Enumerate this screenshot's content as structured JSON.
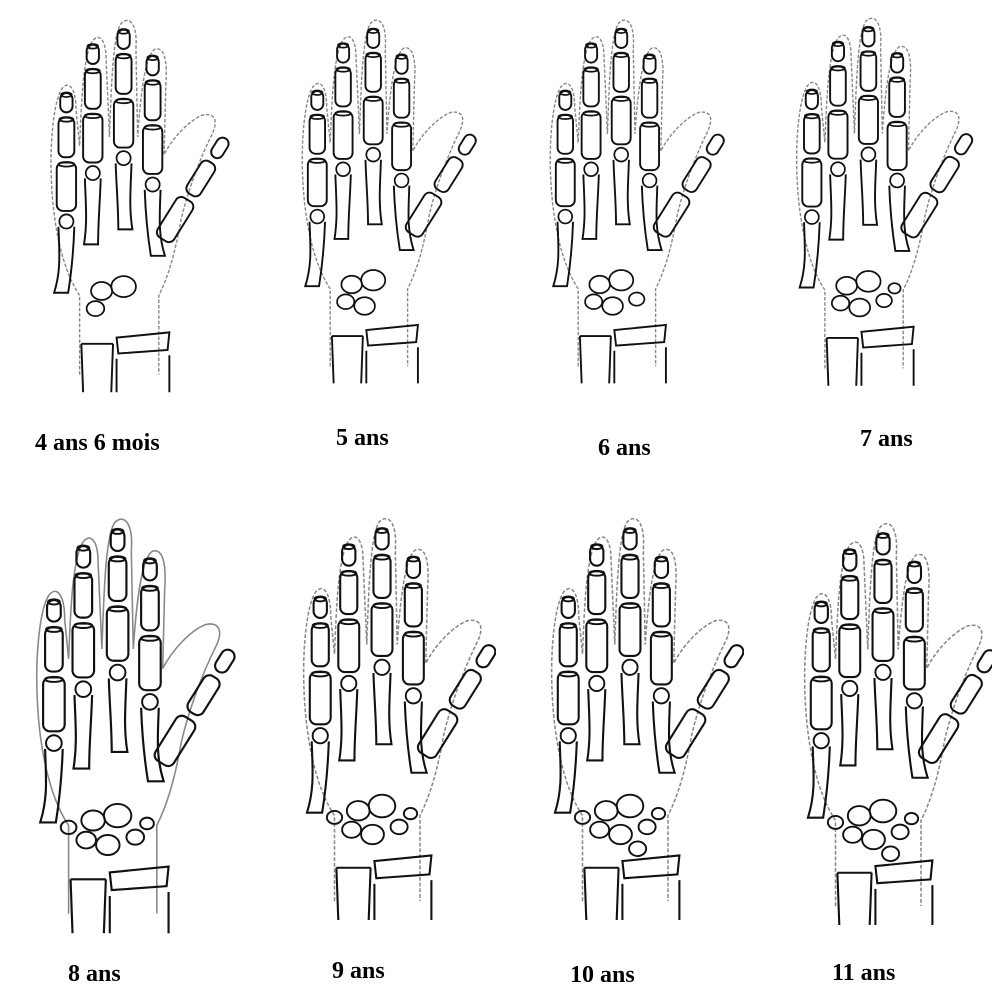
{
  "figure": {
    "panels": [
      {
        "caption": "4 ans 6 mois"
      },
      {
        "caption": "5 ans"
      },
      {
        "caption": "6 ans"
      },
      {
        "caption": "7 ans"
      },
      {
        "caption": "8 ans"
      },
      {
        "caption": "9 ans"
      },
      {
        "caption": "10 ans"
      },
      {
        "caption": "11 ans"
      }
    ]
  }
}
